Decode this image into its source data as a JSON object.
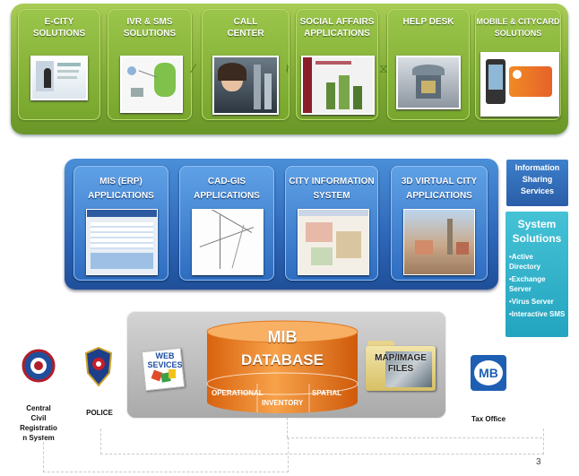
{
  "top_row": [
    {
      "title": "E-CITY\nSOLUTIONS",
      "icon": "ecity-screenshot-icon"
    },
    {
      "title": "IVR & SMS\nSOLUTIONS",
      "icon": "ivr-network-icon"
    },
    {
      "title": "CALL\nCENTER",
      "icon": "call-center-agent-icon"
    },
    {
      "title": "SOCIAL AFFAIRS\nAPPLICATIONS",
      "icon": "social-affairs-screenshot-icon"
    },
    {
      "title": "HELP DESK",
      "icon": "help-desk-building-icon"
    },
    {
      "title": "MOBILE & CITYCARD\nSOLUTIONS",
      "icon": "mobile-citycard-icon"
    }
  ],
  "middle_row": [
    {
      "title": "MIS (ERP)\nAPPLICATIONS"
    },
    {
      "title": "CAD-GIS\nAPPLICATIONS"
    },
    {
      "title": "CITY INFORMATION\nSYSTEM"
    },
    {
      "title": "3D VIRTUAL CITY\nAPPLICATIONS"
    }
  ],
  "info_sharing": {
    "title": "Information\nSharing\nServices"
  },
  "system_solutions": {
    "title": "System\nSolutions",
    "items": [
      "•Active\nDirectory",
      "•Exchange\nServer",
      "•Virus Server",
      "•Interactive SMS"
    ]
  },
  "database": {
    "title": "MIB",
    "subtitle": "DATABASE",
    "segments": [
      "OPERATIONAL",
      "INVENTORY",
      "SPATIAL"
    ]
  },
  "web_services": {
    "label": "WEB\nSEVICES"
  },
  "map_files": {
    "label": "MAP/IMAGE\nFILES"
  },
  "external": [
    {
      "label": "Central\nCivil\nRegistratio\nn System"
    },
    {
      "label": "POLICE"
    },
    {
      "label": "Tax Office",
      "logo_text": "MB"
    }
  ],
  "page_number": "3",
  "colors": {
    "green": "#7fa934",
    "blue": "#2b63b5",
    "teal": "#23a4bf",
    "orange": "#f07d1a"
  }
}
